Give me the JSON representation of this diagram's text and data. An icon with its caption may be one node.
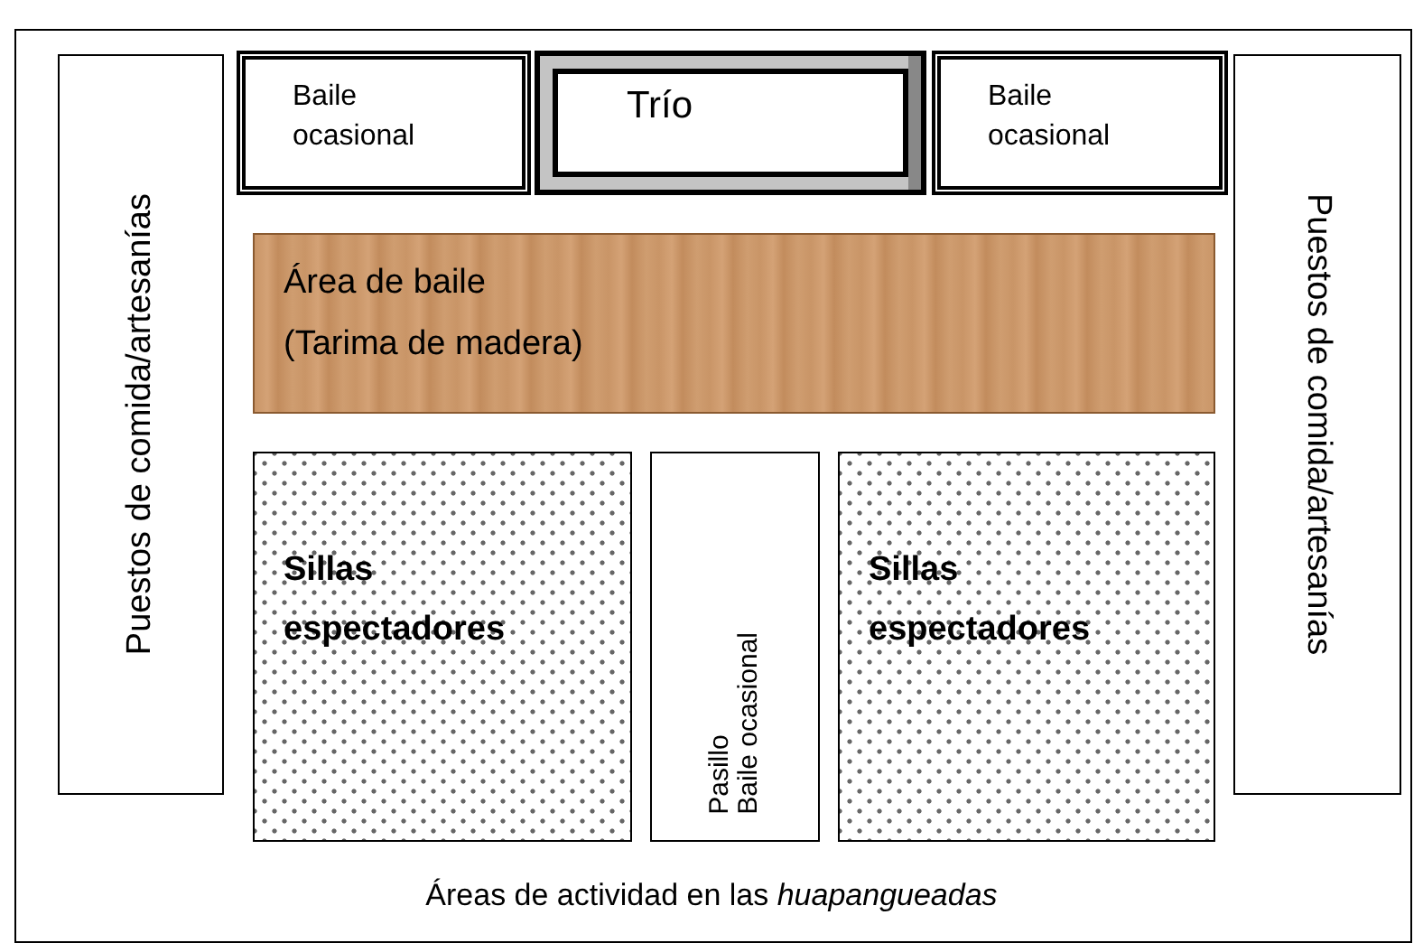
{
  "diagram": {
    "caption": "Áreas de actividad en las *huapangueadas*",
    "nodes": [
      {
        "text": [
          "Puestos de comida/artesanías"
        ]
      },
      {
        "text": [
          "Baile ocasional"
        ]
      },
      {
        "text": [
          "Trío"
        ]
      },
      {
        "text": [
          "Baile ocasional"
        ]
      },
      {
        "text": [
          "Puestos de comida/artesanías"
        ]
      },
      {
        "text": [
          "Área de baile",
          "(Tarima de madera)"
        ]
      },
      {
        "text": [
          "Sillas espectadores"
        ]
      },
      {
        "text": [
          "Pasillo",
          "Baile ocasional"
        ]
      },
      {
        "text": [
          "Sillas espectadores"
        ]
      }
    ]
  }
}
